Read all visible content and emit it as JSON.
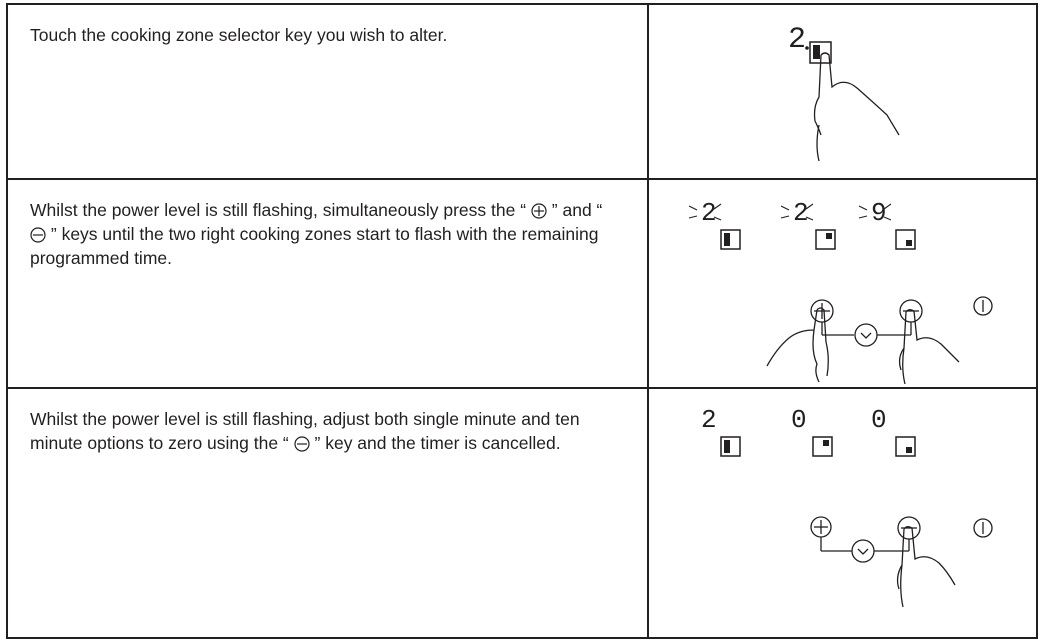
{
  "steps": [
    {
      "text": "Touch the cooking zone selector key you wish to alter.",
      "display": [
        "2"
      ]
    },
    {
      "text_1": "Whilst the power level is still flashing, simultaneously press the “",
      "text_2": "” and “",
      "text_3": "” keys until the two right cooking zones start to flash with the remaining programmed time.",
      "display": [
        "2",
        "2",
        "9"
      ]
    },
    {
      "text_1": "Whilst the power level is still flashing, adjust both single minute and ten minute options to zero using the “",
      "text_2": "” key and the timer is cancelled.",
      "display": [
        "2",
        "0",
        "0"
      ]
    }
  ],
  "icons": {
    "plus": "plus-key-icon",
    "minus": "minus-key-icon",
    "timer": "timer-key-icon",
    "power": "power-key-icon",
    "zone": "cooking-zone-selector-icon",
    "finger": "finger-icon"
  }
}
